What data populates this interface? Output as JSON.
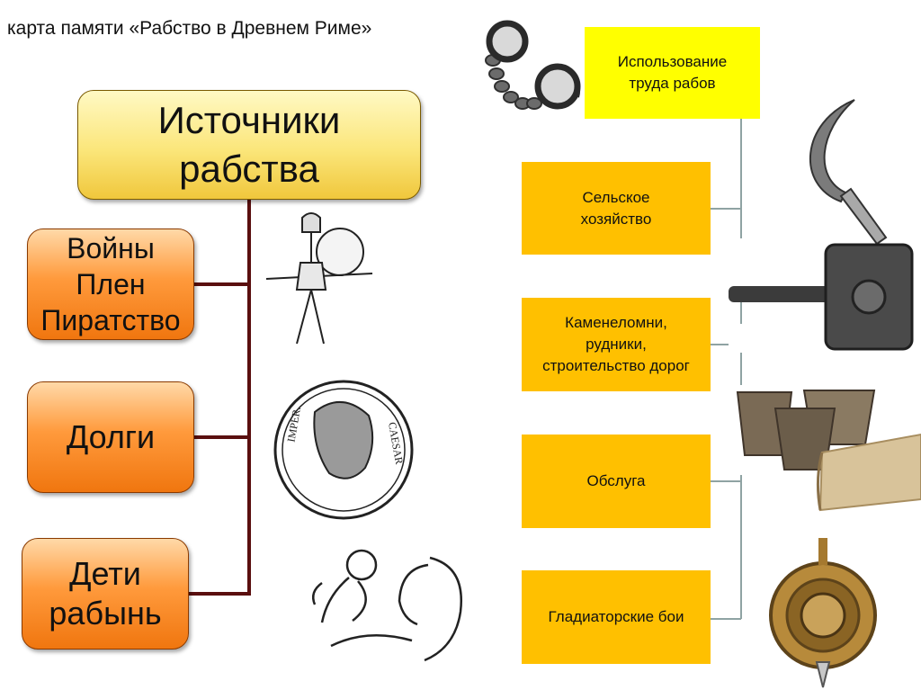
{
  "page": {
    "title": "карта памяти «Рабство в Древнем Риме»"
  },
  "sources": {
    "heading": "Источники\nрабства",
    "items": [
      {
        "label": "Войны\nПлен\nПиратство"
      },
      {
        "label": "Долги"
      },
      {
        "label": "Дети\nрабынь"
      }
    ]
  },
  "usage": {
    "heading": "Использование\nтруда рабов",
    "items": [
      {
        "label": "Сельское\nхозяйство"
      },
      {
        "label": "Каменеломни,\nрудники,\nстроительство дорог"
      },
      {
        "label": "Обслуга"
      },
      {
        "label": "Гладиаторские бои"
      }
    ]
  },
  "illustrations": {
    "coin_left_text": "IMPER.",
    "coin_right_text": "CAESAR",
    "icons": [
      "shackles-icon",
      "sickle-icon",
      "hammer-icon",
      "pottery-icon",
      "scroll-icon",
      "gladiator-shield-icon",
      "warrior-icon",
      "caesar-coin-icon",
      "mother-child-icon"
    ]
  },
  "colors": {
    "main_box": "#fbe67a",
    "source_box": "#ff9a3c",
    "usage_header": "#ffff00",
    "usage_box": "#ffc000",
    "left_connector": "#5a0f0f",
    "right_connector": "#8fa3a3"
  }
}
